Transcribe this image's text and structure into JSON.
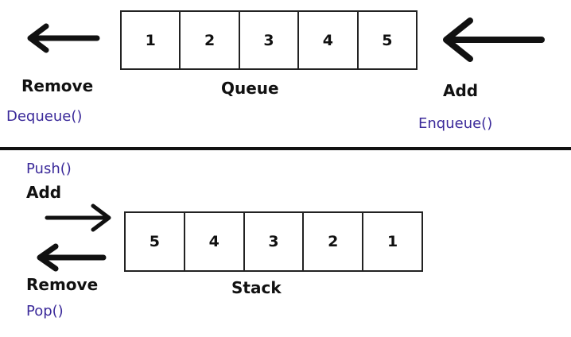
{
  "queue": {
    "cells": [
      "1",
      "2",
      "3",
      "4",
      "5"
    ],
    "label": "Queue",
    "left_action": "Remove",
    "left_method": "Dequeue()",
    "right_action": "Add",
    "right_method": "Enqueue()"
  },
  "stack": {
    "cells": [
      "5",
      "4",
      "3",
      "2",
      "1"
    ],
    "label": "Stack",
    "top_method": "Push()",
    "top_action": "Add",
    "bottom_action": "Remove",
    "bottom_method": "Pop()"
  }
}
